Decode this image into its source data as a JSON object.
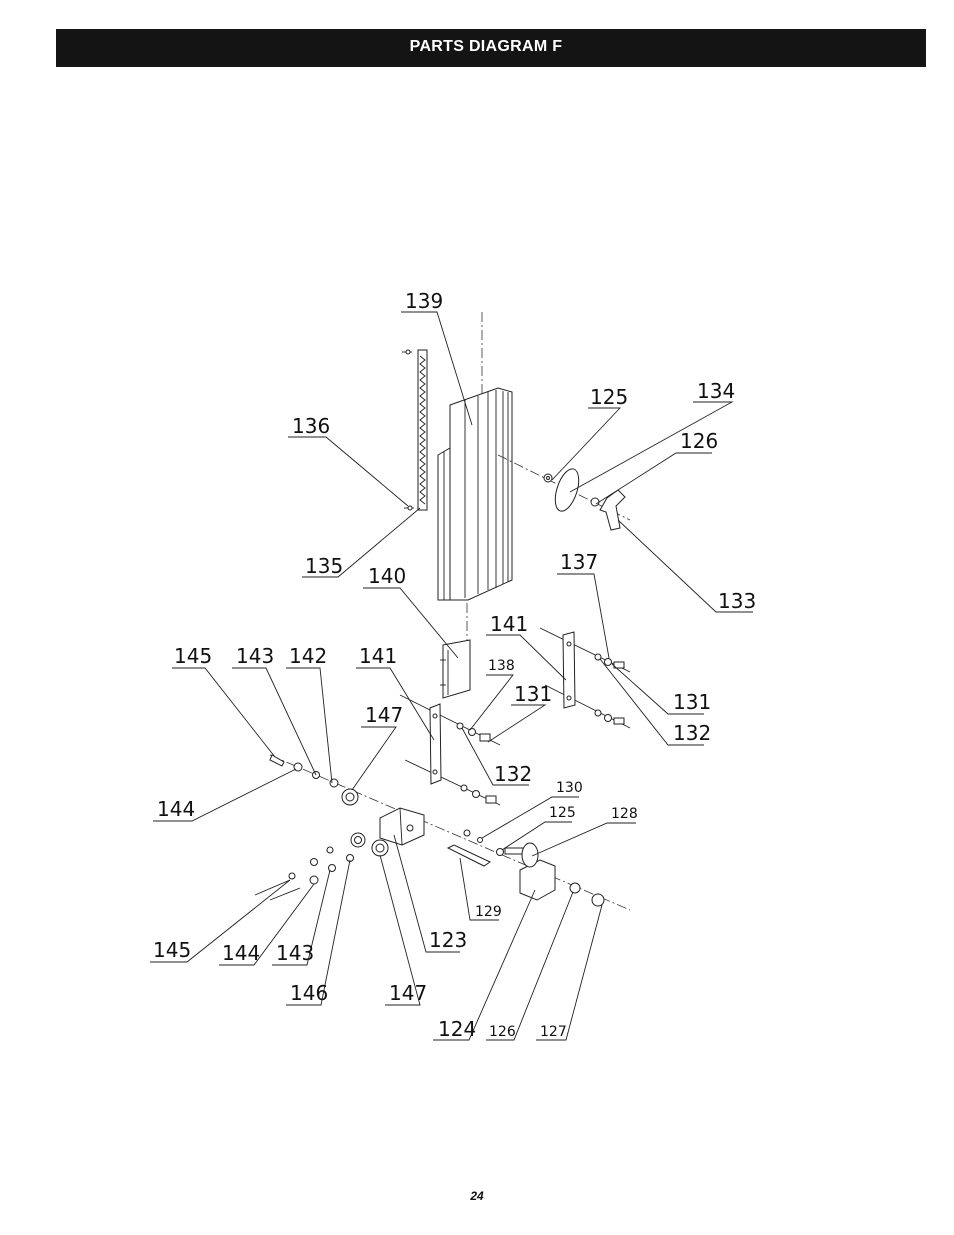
{
  "header": {
    "title": "PARTS DIAGRAM F"
  },
  "diagram": {
    "labels": [
      {
        "id": "l139",
        "text": "139"
      },
      {
        "id": "l125a",
        "text": "125"
      },
      {
        "id": "l134",
        "text": "134"
      },
      {
        "id": "l126a",
        "text": "126"
      },
      {
        "id": "l136",
        "text": "136"
      },
      {
        "id": "l135",
        "text": "135"
      },
      {
        "id": "l140",
        "text": "140"
      },
      {
        "id": "l137",
        "text": "137"
      },
      {
        "id": "l133",
        "text": "133"
      },
      {
        "id": "l141a",
        "text": "141"
      },
      {
        "id": "l145a",
        "text": "145"
      },
      {
        "id": "l143a",
        "text": "143"
      },
      {
        "id": "l142",
        "text": "142"
      },
      {
        "id": "l141b",
        "text": "141"
      },
      {
        "id": "l138",
        "text": "138"
      },
      {
        "id": "l131a",
        "text": "131"
      },
      {
        "id": "l131b",
        "text": "131"
      },
      {
        "id": "l147a",
        "text": "147"
      },
      {
        "id": "l132a",
        "text": "132"
      },
      {
        "id": "l132b",
        "text": "132"
      },
      {
        "id": "l144a",
        "text": "144"
      },
      {
        "id": "l130",
        "text": "130"
      },
      {
        "id": "l125b",
        "text": "125"
      },
      {
        "id": "l128",
        "text": "128"
      },
      {
        "id": "l129",
        "text": "129"
      },
      {
        "id": "l123",
        "text": "123"
      },
      {
        "id": "l145b",
        "text": "145"
      },
      {
        "id": "l144b",
        "text": "144"
      },
      {
        "id": "l143b",
        "text": "143"
      },
      {
        "id": "l146",
        "text": "146"
      },
      {
        "id": "l147b",
        "text": "147"
      },
      {
        "id": "l124",
        "text": "124"
      },
      {
        "id": "l126b",
        "text": "126"
      },
      {
        "id": "l127",
        "text": "127"
      }
    ]
  },
  "footer": {
    "page_number": "24"
  }
}
